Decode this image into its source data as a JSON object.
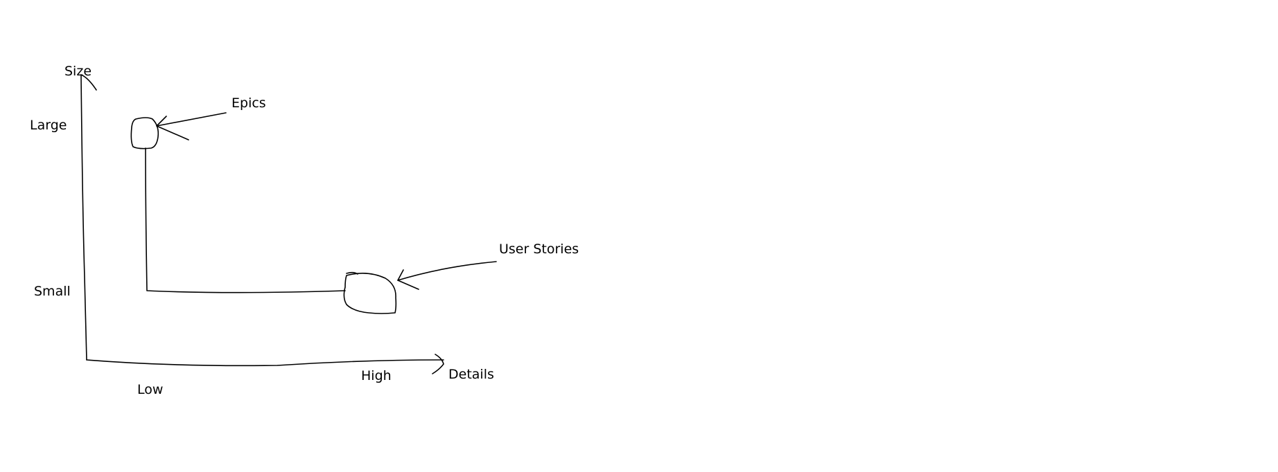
{
  "diagram": {
    "axes": {
      "y_title": "Size",
      "y_high": "Large",
      "y_low": "Small",
      "x_title": "Details",
      "x_low": "Low",
      "x_high": "High"
    },
    "nodes": [
      {
        "id": "epics",
        "label": "Epics"
      },
      {
        "id": "user-stories",
        "label": "User Stories"
      }
    ],
    "stroke_color": "#000000",
    "background": "#ffffff"
  }
}
